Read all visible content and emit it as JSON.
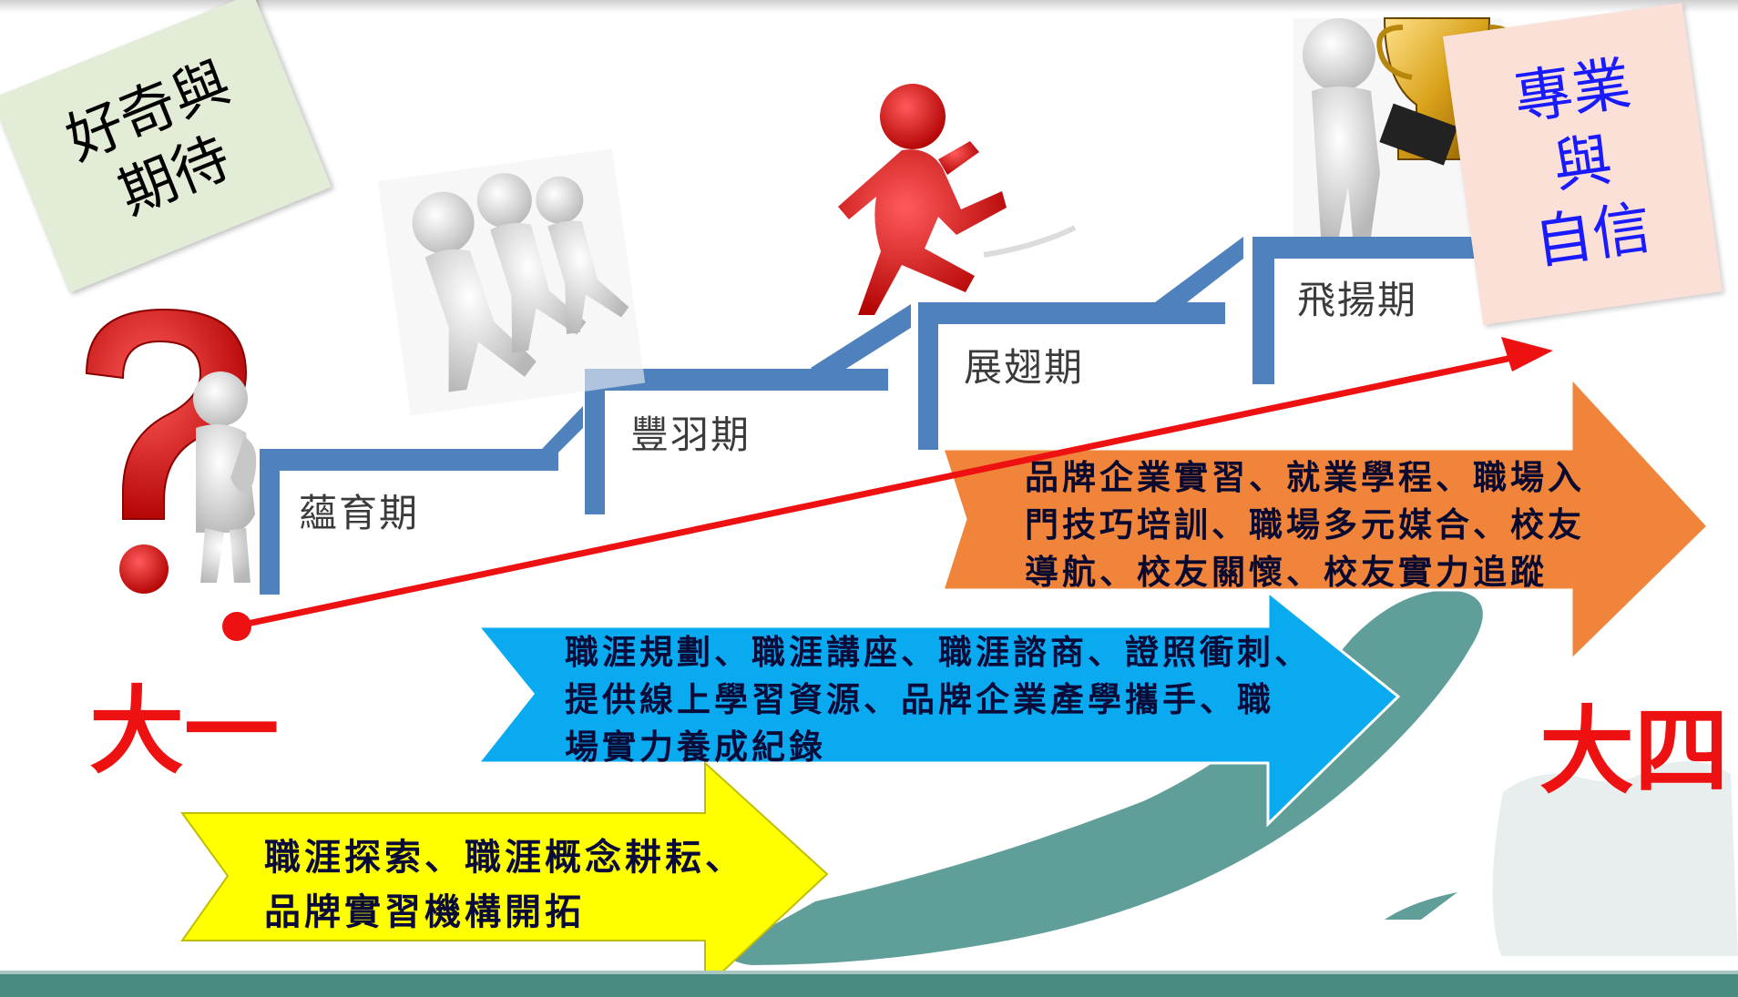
{
  "notes": {
    "left": [
      "好奇與",
      "期待"
    ],
    "right": [
      "專業",
      "與",
      "自信"
    ]
  },
  "stages": [
    {
      "label": "蘊育期"
    },
    {
      "label": "豐羽期"
    },
    {
      "label": "展翅期"
    },
    {
      "label": "飛揚期"
    }
  ],
  "years": {
    "start": "大一",
    "end": "大四"
  },
  "arrows": {
    "orange": {
      "text": "品牌企業實習、就業學程、職場入\n門技巧培訓、職場多元媒合、校友\n導航、校友關懷、校友實力追蹤",
      "color": "#f0843a"
    },
    "blue": {
      "text": "職涯規劃、職涯講座、職涯諮商、證照衝刺、\n提供線上學習資源、品牌企業產學攜手、職\n場實力養成紀錄",
      "color": "#0aaaf0"
    },
    "yellow": {
      "text": "職涯探索、職涯概念耕耘、\n品牌實習機構開拓",
      "color": "#ffff00"
    }
  },
  "colors": {
    "stair": "#4f81bd",
    "progress_line": "#ee1111",
    "footer": "#4a8a80",
    "swoosh": "#5f9e99"
  }
}
